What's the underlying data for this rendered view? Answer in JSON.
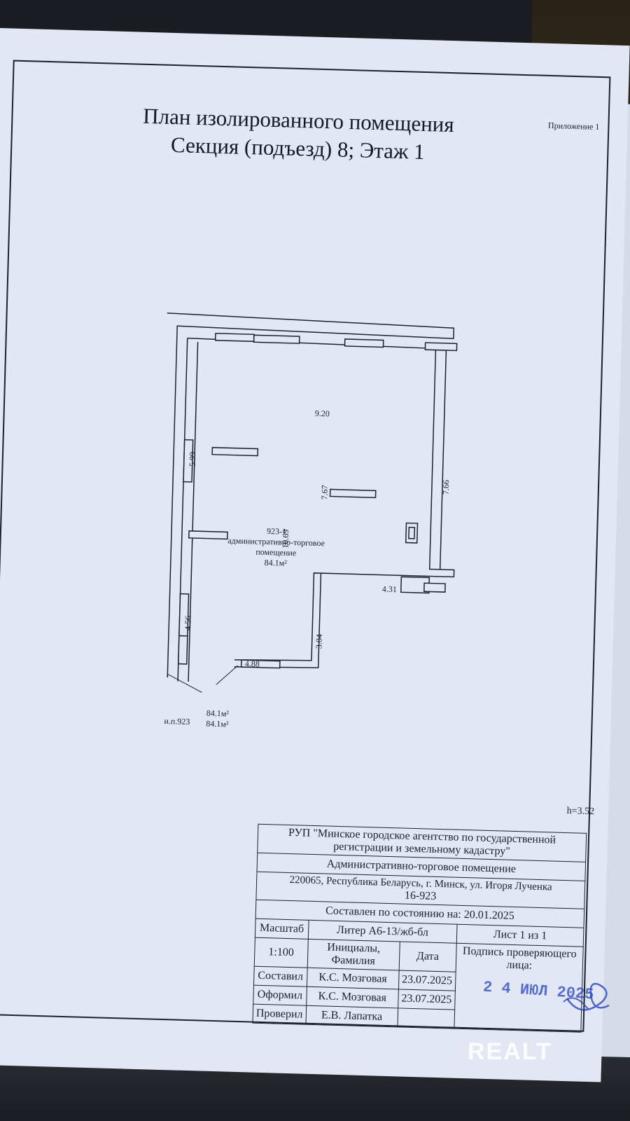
{
  "document": {
    "title_line1": "План изолированного помещения",
    "title_line2": "Секция (подъезд) 8; Этаж 1",
    "appendix": "Приложение 1",
    "height_note": "h=3.52"
  },
  "plan": {
    "dimensions": {
      "top_width": "9.20",
      "left_upper": "5.99",
      "inner_center": "7.67",
      "right_height": "7.66",
      "center_height": "10.69",
      "step_width": "4.31",
      "left_lower": "4.56",
      "step_height": "3.04",
      "bottom_width": "4.88"
    },
    "room": {
      "number": "923-1",
      "purpose_line1": "административно-торговое",
      "purpose_line2": "помещение",
      "area": "84.1м²"
    },
    "explication": {
      "label": "и.п.923",
      "area1": "84.1м²",
      "area2": "84.1м²"
    }
  },
  "stamp": {
    "org_line1": "РУП \"Минское городское агентство по государственной",
    "org_line2": "регистрации и земельному кадастру\"",
    "object": "Административно-торговое помещение",
    "address_line1": "220065, Республика Беларусь, г. Минск, ул. Игоря Лученка",
    "address_line2": "16-923",
    "state_date": "Составлен по состоянию на: 20.01.2025",
    "scale_label": "Масштаб",
    "scale_value": "1:100",
    "liter": "Литер  А6-13/жб-бл",
    "sheet": "Лист 1 из 1",
    "col_initials": "Инициалы, Фамилия",
    "col_date": "Дата",
    "col_sign": "Подпись проверяющего лица:",
    "rows": [
      {
        "role": "Составил",
        "name": "К.С. Мозговая",
        "date": "23.07.2025"
      },
      {
        "role": "Оформил",
        "name": "К.С. Мозговая",
        "date": "23.07.2025"
      },
      {
        "role": "Проверил",
        "name": "Е.В. Лапатка",
        "date": ""
      }
    ],
    "date_stamp": "2 4 ИЮЛ 2025"
  },
  "watermark": "REALT",
  "colors": {
    "paper": "#e3e7f3",
    "ink": "#1d2030",
    "stamp_blue": "#2846be"
  }
}
